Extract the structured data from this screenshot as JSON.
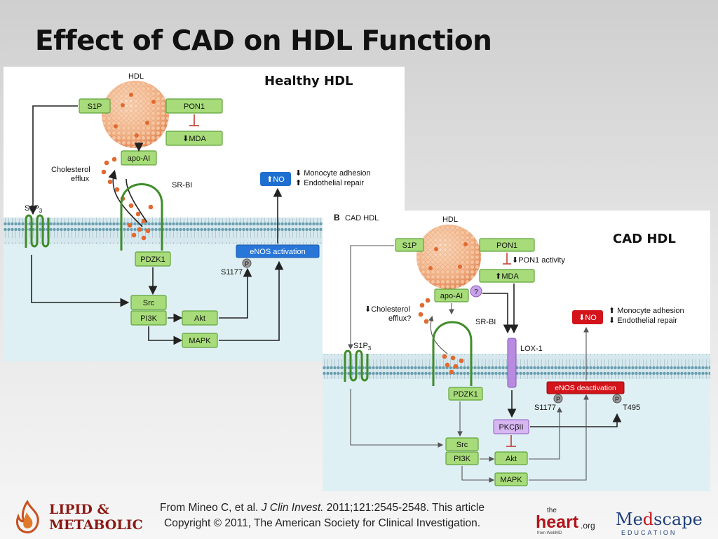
{
  "slide": {
    "title": "Effect of CAD on HDL Function"
  },
  "healthy": {
    "heading": "Healthy HDL",
    "hdl_label": "HDL",
    "s1p": "S1P",
    "pon1": "PON1",
    "mda": "MDA",
    "mda_arrow": "⬇",
    "apoai": "apo-AI",
    "cholesterol": "Cholesterol",
    "efflux": "efflux",
    "srbi": "SR-BI",
    "s1p3": "S1P",
    "s1p3_sub": "3",
    "no": "NO",
    "no_arrow": "⬆",
    "monocyte": "⬇ Monocyte adhesion",
    "endothelial": "⬆ Endothelial repair",
    "enos": "eNOS activation",
    "phospho": "P",
    "s1177": "S1177",
    "pdzk1": "PDZK1",
    "src": "Src",
    "pi3k": "PI3K",
    "akt": "Akt",
    "mapk": "MAPK"
  },
  "cad": {
    "panel_letter": "B",
    "panel_label": "CAD HDL",
    "heading": "CAD HDL",
    "hdl_label": "HDL",
    "s1p": "S1P",
    "pon1": "PON1",
    "pon1_activity": "⬇PON1 activity",
    "mda": "MDA",
    "mda_arrow": "⬆",
    "question": "?",
    "apoai": "apo-AI",
    "cholesterol": "⬇Cholesterol",
    "efflux": "efflux?",
    "srbi": "SR-BI",
    "s1p3": "S1P",
    "s1p3_sub": "3",
    "lox1": "LOX-1",
    "no": "NO",
    "no_arrow": "⬇",
    "monocyte": "⬆ Monocyte adhesion",
    "endothelial": "⬇ Endothelial repair",
    "enos": "eNOS deactivation",
    "phospho": "P",
    "s1177": "S1177",
    "t495": "T495",
    "pdzk1": "PDZK1",
    "pkc": "PKCβII",
    "src": "Src",
    "pi3k": "PI3K",
    "akt": "Akt",
    "mapk": "MAPK"
  },
  "footer": {
    "citation_pre": "From Mineo C, et al. ",
    "journal": "J Clin Invest.",
    "citation_post": " 2011;121:2545-2548.  This article",
    "copyright": "Copyright © 2011, The American Society for Clinical Investigation."
  },
  "logos": {
    "lipid_line1": "LIPID &",
    "lipid_line2": "METABOLIC",
    "heart_the": "the",
    "heart_word": "heart",
    "heart_org": ".org",
    "heart_from": "from WebMD",
    "medscape_med": "Me",
    "medscape_d": "d",
    "medscape_rest": "scape",
    "medscape_edu": "EDUCATION"
  },
  "colors": {
    "box_green": "#a8dc7a",
    "no_blue": "#1f6fd1",
    "no_red": "#d3141a",
    "enos_blue": "#2877d8",
    "enos_red": "#d3141a",
    "lox_purple": "#b98be0",
    "hdl_orange": "#f2b48a"
  }
}
